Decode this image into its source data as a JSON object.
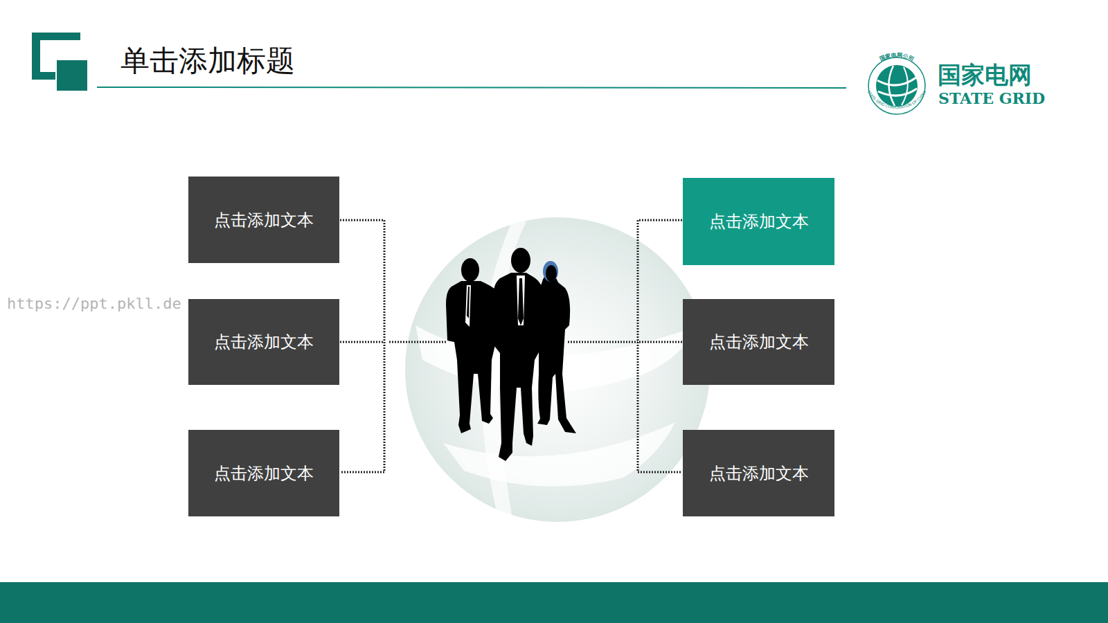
{
  "diagram": {
    "title": "单击添加标题",
    "nodes": [
      {
        "text": [
          "点击添加文本"
        ]
      },
      {
        "text": [
          "点击添加文本"
        ]
      },
      {
        "text": [
          "点击添加文本"
        ]
      },
      {
        "text": [
          "点击添加文本"
        ]
      },
      {
        "text": [
          "点击添加文本"
        ]
      },
      {
        "text": [
          "点击添加文本"
        ]
      }
    ],
    "labels": [
      "https://ppt.pkll.de",
      "国家电网公司",
      "STATE GRID CORPORATION OF CHINA",
      "国家电网",
      "STATE GRID"
    ]
  }
}
